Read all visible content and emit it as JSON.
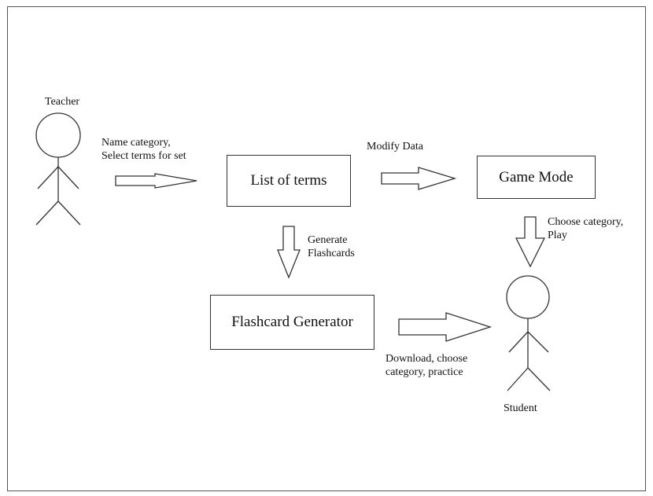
{
  "actors": {
    "teacher": "Teacher",
    "student": "Student"
  },
  "boxes": {
    "list_of_terms": "List of terms",
    "game_mode": "Game Mode",
    "flashcard_generator": "Flashcard Generator"
  },
  "arrow_labels": {
    "teacher_to_list": "Name category,\nSelect terms for set",
    "list_to_game": "Modify Data",
    "list_to_generator": "Generate\nFlashcards",
    "game_to_student": "Choose category,\nPlay",
    "generator_to_student": "Download, choose\ncategory, practice"
  },
  "colors": {
    "stroke": "#333333",
    "border": "#555555"
  }
}
